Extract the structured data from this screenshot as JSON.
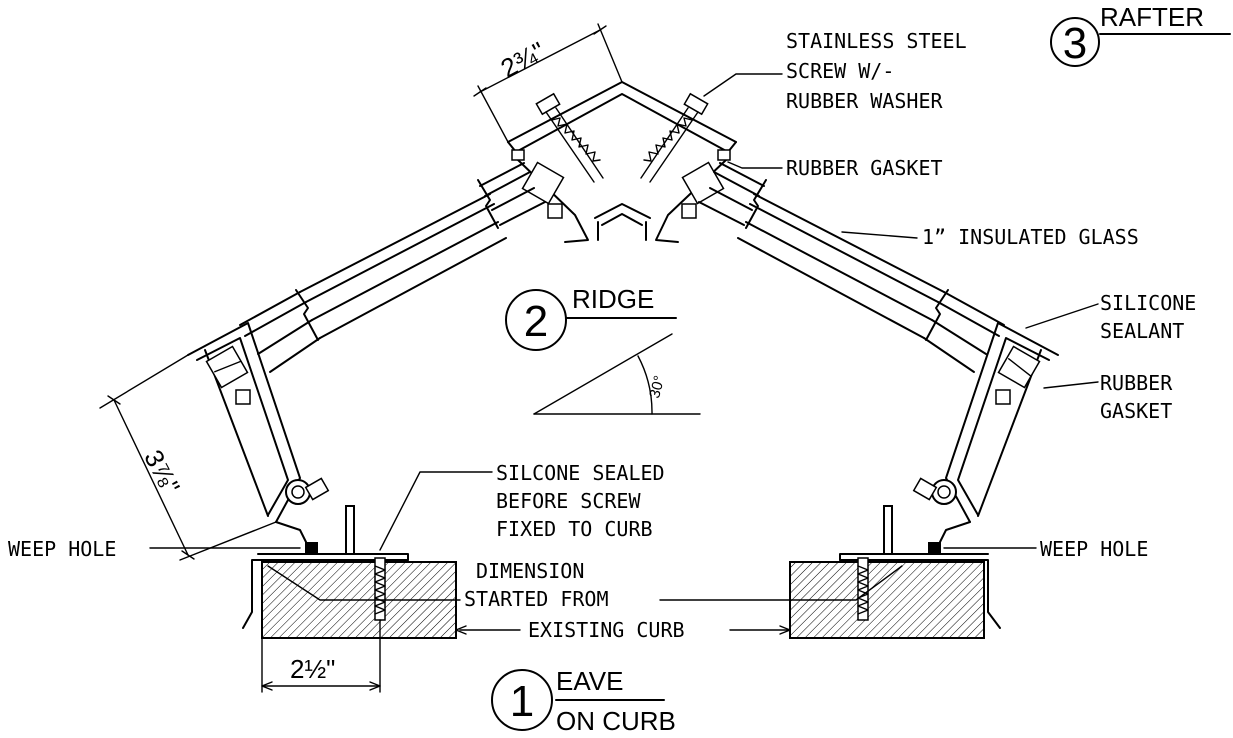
{
  "details": {
    "rafter": {
      "number": "3",
      "title": "RAFTER"
    },
    "ridge": {
      "number": "2",
      "title": "RIDGE"
    },
    "eave": {
      "number": "1",
      "title_line1": "EAVE",
      "title_line2": "ON CURB"
    }
  },
  "dimensions": {
    "top": "2¾\"",
    "side": "3⅞\"",
    "bottom": "2½\"",
    "angle": "30°"
  },
  "callouts": {
    "screw": [
      "STAINLESS STEEL",
      "SCREW W/-",
      "RUBBER WASHER"
    ],
    "rubber_gasket_top": "RUBBER GASKET",
    "insulated_glass": "1” INSULATED GLASS",
    "silicone_sealant": [
      "SILICONE",
      "SEALANT"
    ],
    "rubber_gasket_right": [
      "RUBBER",
      "GASKET"
    ],
    "silcone_sealed": [
      "SILCONE SEALED",
      "BEFORE SCREW",
      "FIXED TO CURB"
    ],
    "weep_hole_left": "WEEP HOLE",
    "weep_hole_right": "WEEP HOLE",
    "dimension_started": [
      "DIMENSION",
      "STARTED FROM"
    ],
    "existing_curb": "EXISTING CURB"
  }
}
